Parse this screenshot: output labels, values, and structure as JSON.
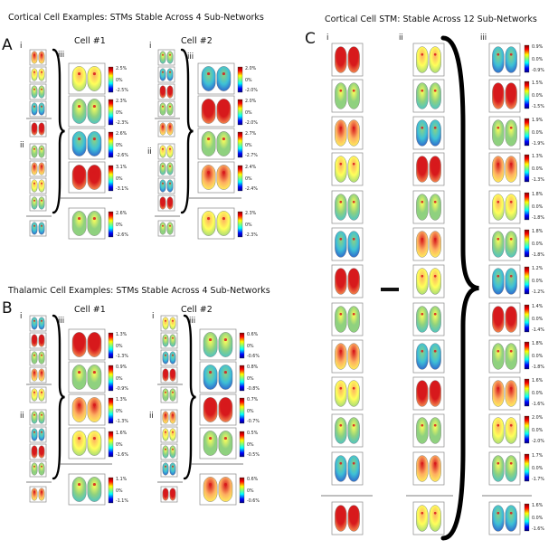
{
  "titles": {
    "a": "Cortical Cell Examples: STMs Stable Across 4 Sub-Networks",
    "b": "Thalamic Cell Examples: STMs Stable Across 4 Sub-Networks",
    "c": "Cortical Cell STM: Stable Across 12 Sub-Networks"
  },
  "panels": {
    "a": "A",
    "b": "B",
    "c": "C"
  },
  "subs": {
    "i": "i",
    "ii": "ii",
    "iii": "iii"
  },
  "cells": {
    "c1": "Cell #1",
    "c2": "Cell #2"
  },
  "colorbars": {
    "A1": [
      [
        "2.5%",
        "0%",
        "-2.5%"
      ],
      [
        "2.3%",
        "0%",
        "-2.3%"
      ],
      [
        "2.6%",
        "0%",
        "-2.6%"
      ],
      [
        "3.1%",
        "0%",
        "-3.1%"
      ],
      [
        "2.6%",
        "0%",
        "-2.6%"
      ]
    ],
    "A2": [
      [
        "2.0%",
        "0%",
        "-2.0%"
      ],
      [
        "2.0%",
        "0%",
        "-2.0%"
      ],
      [
        "2.7%",
        "0%",
        "-2.7%"
      ],
      [
        "2.4%",
        "0%",
        "-2.4%"
      ],
      [
        "2.3%",
        "0%",
        "-2.3%"
      ]
    ],
    "B1": [
      [
        "1.3%",
        "0%",
        "-1.3%"
      ],
      [
        "0.9%",
        "0%",
        "-0.9%"
      ],
      [
        "1.3%",
        "0%",
        "-1.3%"
      ],
      [
        "1.6%",
        "0%",
        "-1.6%"
      ],
      [
        "1.1%",
        "0%",
        "-1.1%"
      ]
    ],
    "B2": [
      [
        "0.6%",
        "0%",
        "-0.6%"
      ],
      [
        "0.8%",
        "0%",
        "-0.8%"
      ],
      [
        "0.7%",
        "0%",
        "-0.7%"
      ],
      [
        "0.5%",
        "0%",
        "-0.5%"
      ],
      [
        "0.6%",
        "0%",
        "-0.6%"
      ]
    ],
    "C": [
      [
        "0.9%",
        "0.0%",
        "-0.9%"
      ],
      [
        "1.5%",
        "0.0%",
        "-1.5%"
      ],
      [
        "1.9%",
        "0.0%",
        "-1.9%"
      ],
      [
        "1.3%",
        "0.0%",
        "-1.3%"
      ],
      [
        "1.8%",
        "0.0%",
        "-1.8%"
      ],
      [
        "1.8%",
        "0.0%",
        "-1.8%"
      ],
      [
        "1.2%",
        "0.0%",
        "-1.2%"
      ],
      [
        "1.4%",
        "0.0%",
        "-1.4%"
      ],
      [
        "1.8%",
        "0.0%",
        "-1.8%"
      ],
      [
        "1.6%",
        "0.0%",
        "-1.6%"
      ],
      [
        "2.0%",
        "0.0%",
        "-2.0%"
      ],
      [
        "1.7%",
        "0.0%",
        "-1.7%"
      ],
      [
        "1.6%",
        "0.0%",
        "-1.6%"
      ]
    ]
  },
  "colors": {
    "red": "#d7191c",
    "orange": "#fdae61",
    "yellow": "#ffff5a",
    "green": "#8fd17f",
    "cyan": "#3ec1d6",
    "blue": "#2b50c9"
  }
}
